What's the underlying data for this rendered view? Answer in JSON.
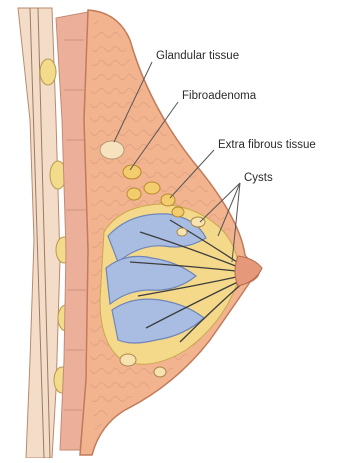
{
  "labels": {
    "glandular": "Glandular tissue",
    "fibroadenoma": "Fibroadenoma",
    "extra_fibrous": "Extra fibrous tissue",
    "cysts": "Cysts"
  },
  "colors": {
    "skin": "#f2b38f",
    "skin_edge": "#c27b5a",
    "muscle": "#ecb09a",
    "muscle_line": "#c58a74",
    "lobule_blue": "#a9bde3",
    "lobule_edge": "#6f86b8",
    "fat_yellow": "#f5d98a",
    "fat_edge": "#c9a84b",
    "nipple": "#e6997a",
    "rib": "#efe0b0",
    "leader": "#555555"
  }
}
